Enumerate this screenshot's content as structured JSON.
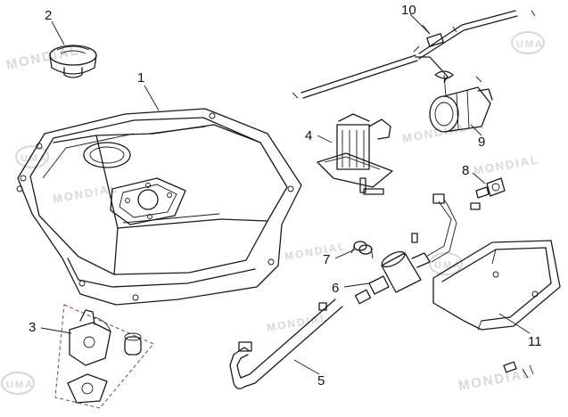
{
  "callouts": {
    "c1": "1",
    "c2": "2",
    "c3": "3",
    "c4": "4",
    "c5": "5",
    "c6": "6",
    "c7": "7",
    "c8": "8",
    "c9": "9",
    "c10": "10",
    "c11": "11"
  },
  "watermarks": {
    "brand": "MONDIAL",
    "logo": "UMA"
  },
  "colors": {
    "line": "#1a1a1a",
    "watermark": "#d8d8d8",
    "kit_border": "#7a3a7a"
  }
}
